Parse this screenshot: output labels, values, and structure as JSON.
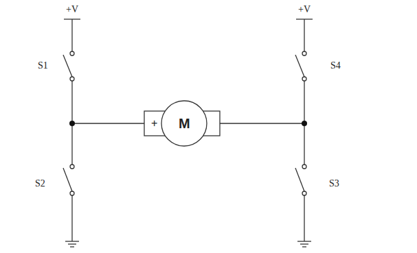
{
  "diagram": {
    "nodes": [
      {
        "text": [
          "+",
          "M"
        ]
      }
    ],
    "labels": [
      "+V",
      "S1",
      "S2",
      "+V",
      "S4",
      "S3"
    ]
  }
}
